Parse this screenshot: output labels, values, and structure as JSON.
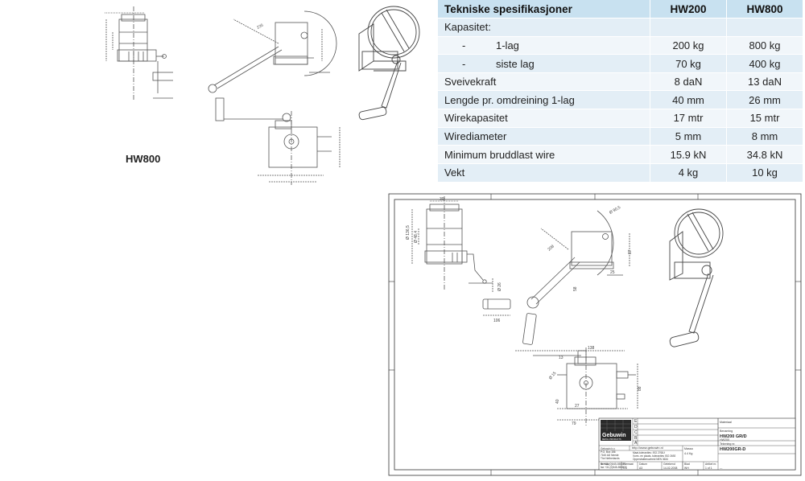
{
  "caption": "HW800",
  "table": {
    "headers": [
      "Tekniske spesifikasjoner",
      "HW200",
      "HW800"
    ],
    "rows": [
      {
        "label": "Kapasitet:",
        "hw200": "",
        "hw800": "",
        "sub": false
      },
      {
        "label": "1-lag",
        "hw200": "200 kg",
        "hw800": "800 kg",
        "sub": true
      },
      {
        "label": "siste lag",
        "hw200": "70 kg",
        "hw800": "400 kg",
        "sub": true
      },
      {
        "label": "Sveivekraft",
        "hw200": "8 daN",
        "hw800": "13 daN",
        "sub": false
      },
      {
        "label": "Lengde pr. omdreining 1-lag",
        "hw200": "40 mm",
        "hw800": "26 mm",
        "sub": false
      },
      {
        "label": "Wirekapasitet",
        "hw200": "17 mtr",
        "hw800": "15 mtr",
        "sub": false
      },
      {
        "label": "Wirediameter",
        "hw200": "5 mm",
        "hw800": "8 mm",
        "sub": false
      },
      {
        "label": "Minimum bruddlast wire",
        "hw200": "15.9 kN",
        "hw800": "34.8 kN",
        "sub": false
      },
      {
        "label": "Vekt",
        "hw200": "4 kg",
        "hw800": "10 kg",
        "sub": false
      }
    ],
    "dash": "-"
  },
  "drawing": {
    "dims": {
      "d30": "30",
      "d106": "106",
      "d138": "138",
      "d208": "208",
      "d87": "87",
      "d25": "25",
      "d13": "13",
      "d27": "27",
      "d40": "40",
      "d79": "79",
      "d51": "51",
      "d88": "88",
      "d58": "58",
      "d0_15": "Ø 15",
      "d0_90": "Ø 90,5",
      "d0_26": "Ø 26",
      "d0_136": "Ø 136,5",
      "d0_48": "Ø 48,4"
    },
    "titleblock": {
      "logo": "Gebuwin",
      "logo_sub": "METAL PRODUCTS",
      "company": [
        "Gebuwin b.v.",
        "P.O. Box 156",
        "7160 AD  Neede",
        "The Netherlands",
        "tel +31 (0)545-550800",
        "fax +31 (0)545-550807"
      ],
      "materiaal": "Materiaal",
      "benaming_label": "Benaming",
      "benaming": "HW200 GR/D",
      "sub": "HW200",
      "tekening_label": "Tekening nr.",
      "tekening": "HW200GR-D",
      "massa_label": "Massa",
      "massa": "4.4 Kg",
      "schaal_label": "Schaal",
      "schaal": "1:5",
      "formaat_label": "Formaat",
      "formaat": "A3",
      "datum_label": "Datum",
      "datum": "14-02-2008",
      "getekend_label": "Getekend",
      "getekend": "WH",
      "blad_label": "Blad",
      "blad": "1 of 1",
      "artikel_label": "Artikel nr.",
      "artikel": "---",
      "url": "http://www.gebuwin.nl",
      "notes": [
        "Maat-toleranties: ISO 2768-f",
        "Vorm- en plaats- toleranties ISO 2692",
        "Oppervlakteruwheid NEN 3634"
      ],
      "rev_rows": [
        "E",
        "D",
        "C",
        "B",
        "A"
      ]
    }
  }
}
